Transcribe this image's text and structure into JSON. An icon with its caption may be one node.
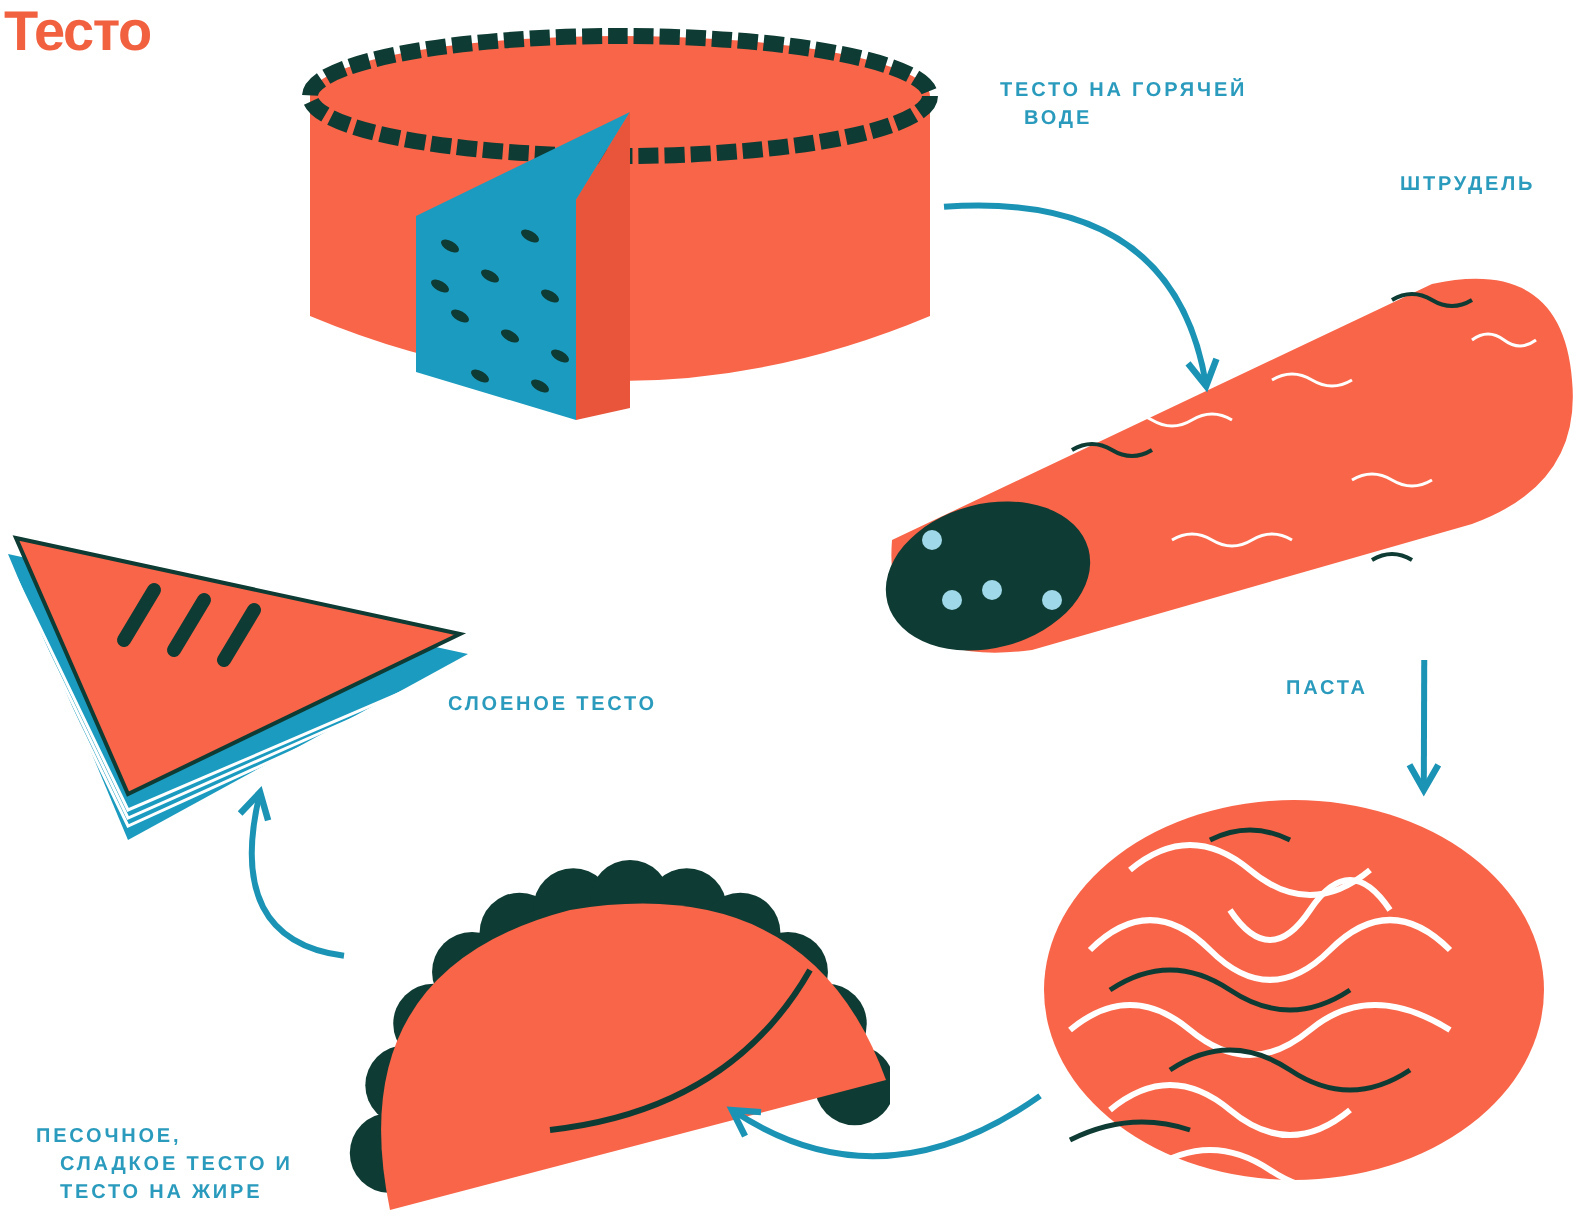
{
  "diagram": {
    "title": "Тесто",
    "nodes": [
      {
        "text": [],
        "shape": "picture",
        "beside": [
          "ТЕСТО НА ГОРЯЧЕЙ ВОДЕ"
        ]
      },
      {
        "text": [],
        "shape": "picture"
      },
      {
        "text": [],
        "shape": "picture"
      },
      {
        "text": [],
        "shape": "picture",
        "beside": [
          "ПЕСОЧНОЕ, СЛАДКОЕ ТЕСТО И ТЕСТО НА ЖИРЕ"
        ]
      },
      {
        "text": [],
        "shape": "picture",
        "beside": [
          "СЛОЕНОЕ ТЕСТО"
        ]
      }
    ],
    "edges": [
      {
        "from": 0,
        "to": 1,
        "arrow": "to"
      },
      {
        "from": 1,
        "to": 2,
        "arrow": "to"
      },
      {
        "from": 2,
        "to": 3,
        "arrow": "to"
      },
      {
        "from": 3,
        "to": 4,
        "arrow": "to"
      }
    ],
    "labels": [
      "ШТРУДЕЛЬ",
      "ПАСТА"
    ]
  }
}
